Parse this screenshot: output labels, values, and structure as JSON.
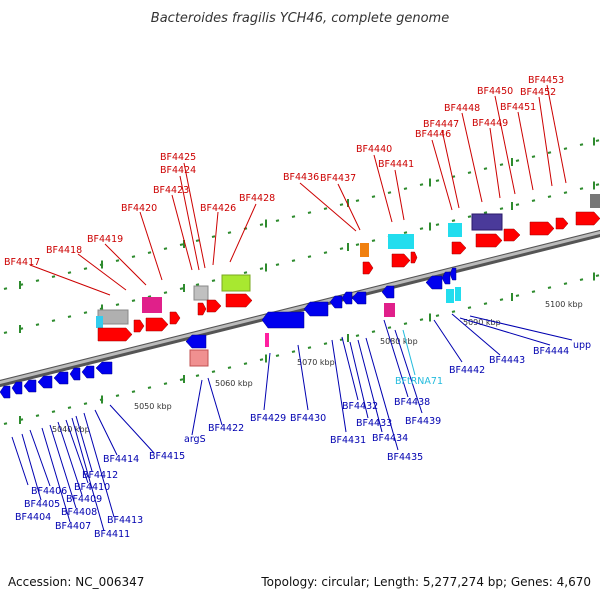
{
  "title": "Bacteroides fragilis YCH46, complete genome",
  "footer": {
    "accession": "Accession: NC_006347",
    "summary": "Topology: circular; Length: 5,277,274 bp; Genes: 4,670"
  },
  "colors": {
    "forward_gene": "#ff0000",
    "reverse_gene": "#0000ee",
    "forward_label": "#cc0000",
    "reverse_label": "#0000b0",
    "rna_label": "#22bbdd",
    "backbone": "#999999",
    "tick": "#2e8b2e"
  },
  "scale_labels": [
    "5040 kbp",
    "5050 kbp",
    "5060 kbp",
    "5070 kbp",
    "5080 kbp",
    "5090 kbp",
    "5100 kbp"
  ],
  "forward_genes": [
    "BF4417",
    "BF4418",
    "BF4419",
    "BF4420",
    "BF4423",
    "BF4424",
    "BF4425",
    "BF4426",
    "BF4428",
    "BF4436",
    "BF4437",
    "BF4440",
    "BF4441",
    "BF4446",
    "BF4447",
    "BF4448",
    "BF4449",
    "BF4450",
    "BF4451",
    "BF4452",
    "BF4453"
  ],
  "reverse_genes": [
    "BF4404",
    "BF4405",
    "BF4406",
    "BF4407",
    "BF4408",
    "BF4409",
    "BF4410",
    "BF4411",
    "BF4412",
    "BF4413",
    "BF4414",
    "BF4415",
    "argS",
    "BF4422",
    "BF4429",
    "BF4430",
    "BF4431",
    "BF4432",
    "BF4433",
    "BF4434",
    "BF4435",
    "BF4438",
    "BF4439",
    "BF4442",
    "BF4443",
    "BF4444",
    "upp"
  ],
  "rna_genes": [
    "BFtRNA71"
  ]
}
